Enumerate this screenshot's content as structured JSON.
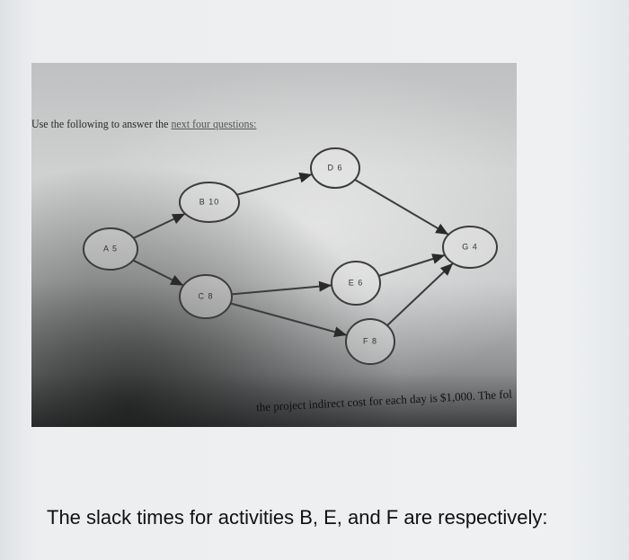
{
  "slide": {
    "intro_text": "Use the following to answer the",
    "intro_underlined": "next four questions:",
    "cutoff_text": "the project indirect cost for each day is $1,000. The fol"
  },
  "diagram": {
    "nodes": [
      {
        "id": "A",
        "label": "A 5"
      },
      {
        "id": "B",
        "label": "B 10"
      },
      {
        "id": "C",
        "label": "C 8"
      },
      {
        "id": "D",
        "label": "D 6"
      },
      {
        "id": "E",
        "label": "E 6"
      },
      {
        "id": "F",
        "label": "F 8"
      },
      {
        "id": "G",
        "label": "G 4"
      }
    ],
    "edges": [
      [
        "A",
        "B"
      ],
      [
        "A",
        "C"
      ],
      [
        "B",
        "D"
      ],
      [
        "D",
        "G"
      ],
      [
        "C",
        "E"
      ],
      [
        "C",
        "F"
      ],
      [
        "E",
        "G"
      ],
      [
        "F",
        "G"
      ]
    ]
  },
  "question": "The slack times for activities B, E, and F are respectively:"
}
